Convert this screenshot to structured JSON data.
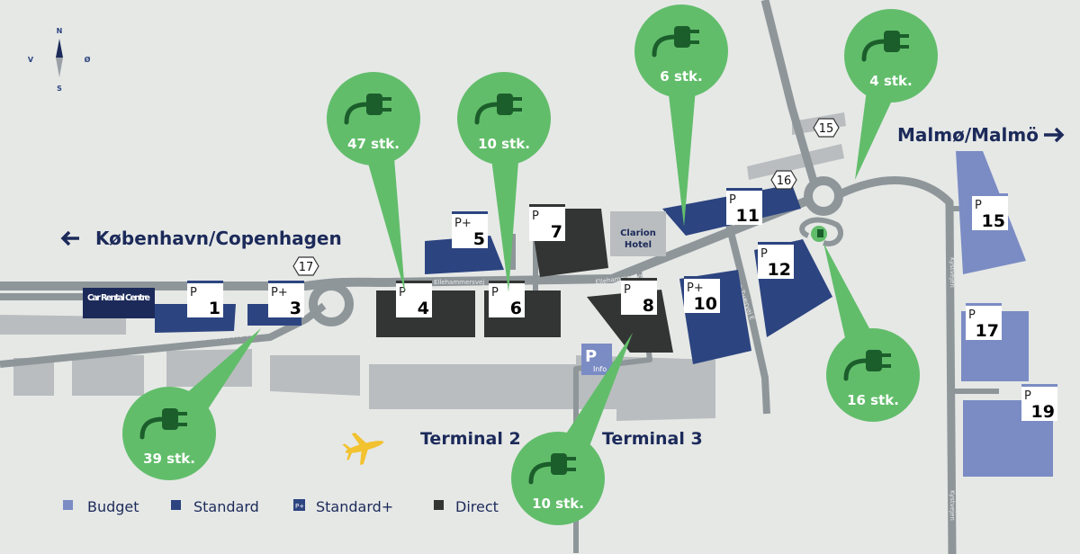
{
  "compass": {
    "n": "N",
    "s": "S",
    "w": "V",
    "e": "Ø"
  },
  "destinations": {
    "left": "København/Copenhagen",
    "right": "Malmø/Malmö"
  },
  "roads": {
    "ellehammersvej": "Ellehammersvej",
    "lufthavnsboulevarden": "Lufthavnsboulevarden",
    "kastrup_tvaervej": "Kastrup Tværvej E",
    "kystvejen": "Kystvejen"
  },
  "route_numbers": [
    "17",
    "15",
    "16"
  ],
  "buildings": {
    "rental": "Car Rental Centre",
    "hotel_line1": "Clarion",
    "hotel_line2": "Hotel",
    "info_p": "P",
    "info": "Info",
    "terminal2": "Terminal 2",
    "terminal3": "Terminal 3"
  },
  "parking": [
    {
      "number": "1",
      "prefix": "P",
      "type": "Standard"
    },
    {
      "number": "3",
      "prefix": "P+",
      "type": "Standard+"
    },
    {
      "number": "4",
      "prefix": "P",
      "type": "Direct"
    },
    {
      "number": "5",
      "prefix": "P+",
      "type": "Standard+"
    },
    {
      "number": "6",
      "prefix": "P",
      "type": "Direct"
    },
    {
      "number": "7",
      "prefix": "P",
      "type": "Direct"
    },
    {
      "number": "8",
      "prefix": "P",
      "type": "Direct"
    },
    {
      "number": "10",
      "prefix": "P+",
      "type": "Standard+"
    },
    {
      "number": "11",
      "prefix": "P",
      "type": "Standard"
    },
    {
      "number": "12",
      "prefix": "P",
      "type": "Standard"
    },
    {
      "number": "15",
      "prefix": "P",
      "type": "Budget"
    },
    {
      "number": "17",
      "prefix": "P",
      "type": "Budget"
    },
    {
      "number": "19",
      "prefix": "P",
      "type": "Budget"
    }
  ],
  "chargers": [
    {
      "count": "47 stk.",
      "lot": "4"
    },
    {
      "count": "10 stk.",
      "lot": "6"
    },
    {
      "count": "6 stk.",
      "lot": "11"
    },
    {
      "count": "4 stk.",
      "lot": "roundabout"
    },
    {
      "count": "39 stk.",
      "lot": "3"
    },
    {
      "count": "10 stk.",
      "lot": "8"
    },
    {
      "count": "16 stk.",
      "lot": "12"
    }
  ],
  "legend": [
    {
      "label": "Budget",
      "color": "#7b8cc4"
    },
    {
      "label": "Standard",
      "color": "#2c4480"
    },
    {
      "label": "Standard+",
      "color": "#2c4480"
    },
    {
      "label": "Direct",
      "color": "#333535"
    }
  ],
  "colors": {
    "background": "#e6e8e6",
    "road": "#8f969a",
    "charger": "#62bd6b",
    "standard": "#2c4480",
    "budget": "#7b8cc4",
    "direct": "#333535",
    "text": "#1c2a5a"
  }
}
